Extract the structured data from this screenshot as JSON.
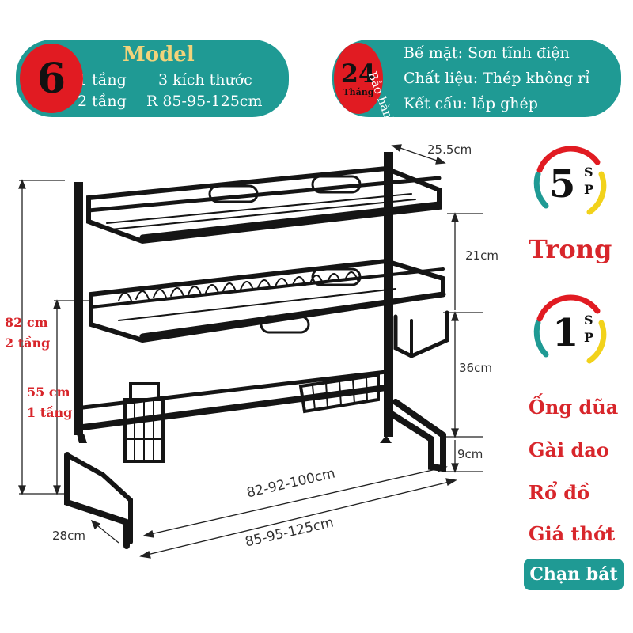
{
  "model_banner": {
    "badge_number": "6",
    "title": "Model",
    "line1_left": "1 tầng",
    "line1_right": "3 kích thước",
    "line2_left": "2 tầng",
    "line2_right": "R 85-95-125cm"
  },
  "warranty_banner": {
    "badge_number": "24",
    "badge_sub": "Tháng",
    "curved_label": "Bảo hành",
    "spec1": "Bế mặt: Sơn tĩnh điện",
    "spec2": "Chất liệu: Thép không rỉ",
    "spec3": "Kết cấu: lắp ghép"
  },
  "dimensions": {
    "depth_top": "25.5cm",
    "height_upper": "21cm",
    "height_middle": "36cm",
    "height_lower": "9cm",
    "inner_width": "82-92-100cm",
    "outer_width": "85-95-125cm",
    "depth_bottom": "28cm",
    "left_82_value": "82 cm",
    "left_82_label": "2 tầng",
    "left_55_value": "55 cm",
    "left_55_label": "1 tầng"
  },
  "promo": {
    "badge1_number": "5",
    "badge1_sp": [
      "S",
      "P"
    ],
    "middle_word": "Trong",
    "badge2_number": "1",
    "badge2_sp": [
      "S",
      "P"
    ],
    "items": [
      "Ống dũa",
      "Gài dao",
      "Rổ đồ",
      "Giá thớt"
    ],
    "highlight_item": "Chạn bát"
  },
  "colors": {
    "teal": "#1f9a94",
    "red": "#e11b22",
    "label_red": "#d8262b",
    "rack": "#151515"
  }
}
